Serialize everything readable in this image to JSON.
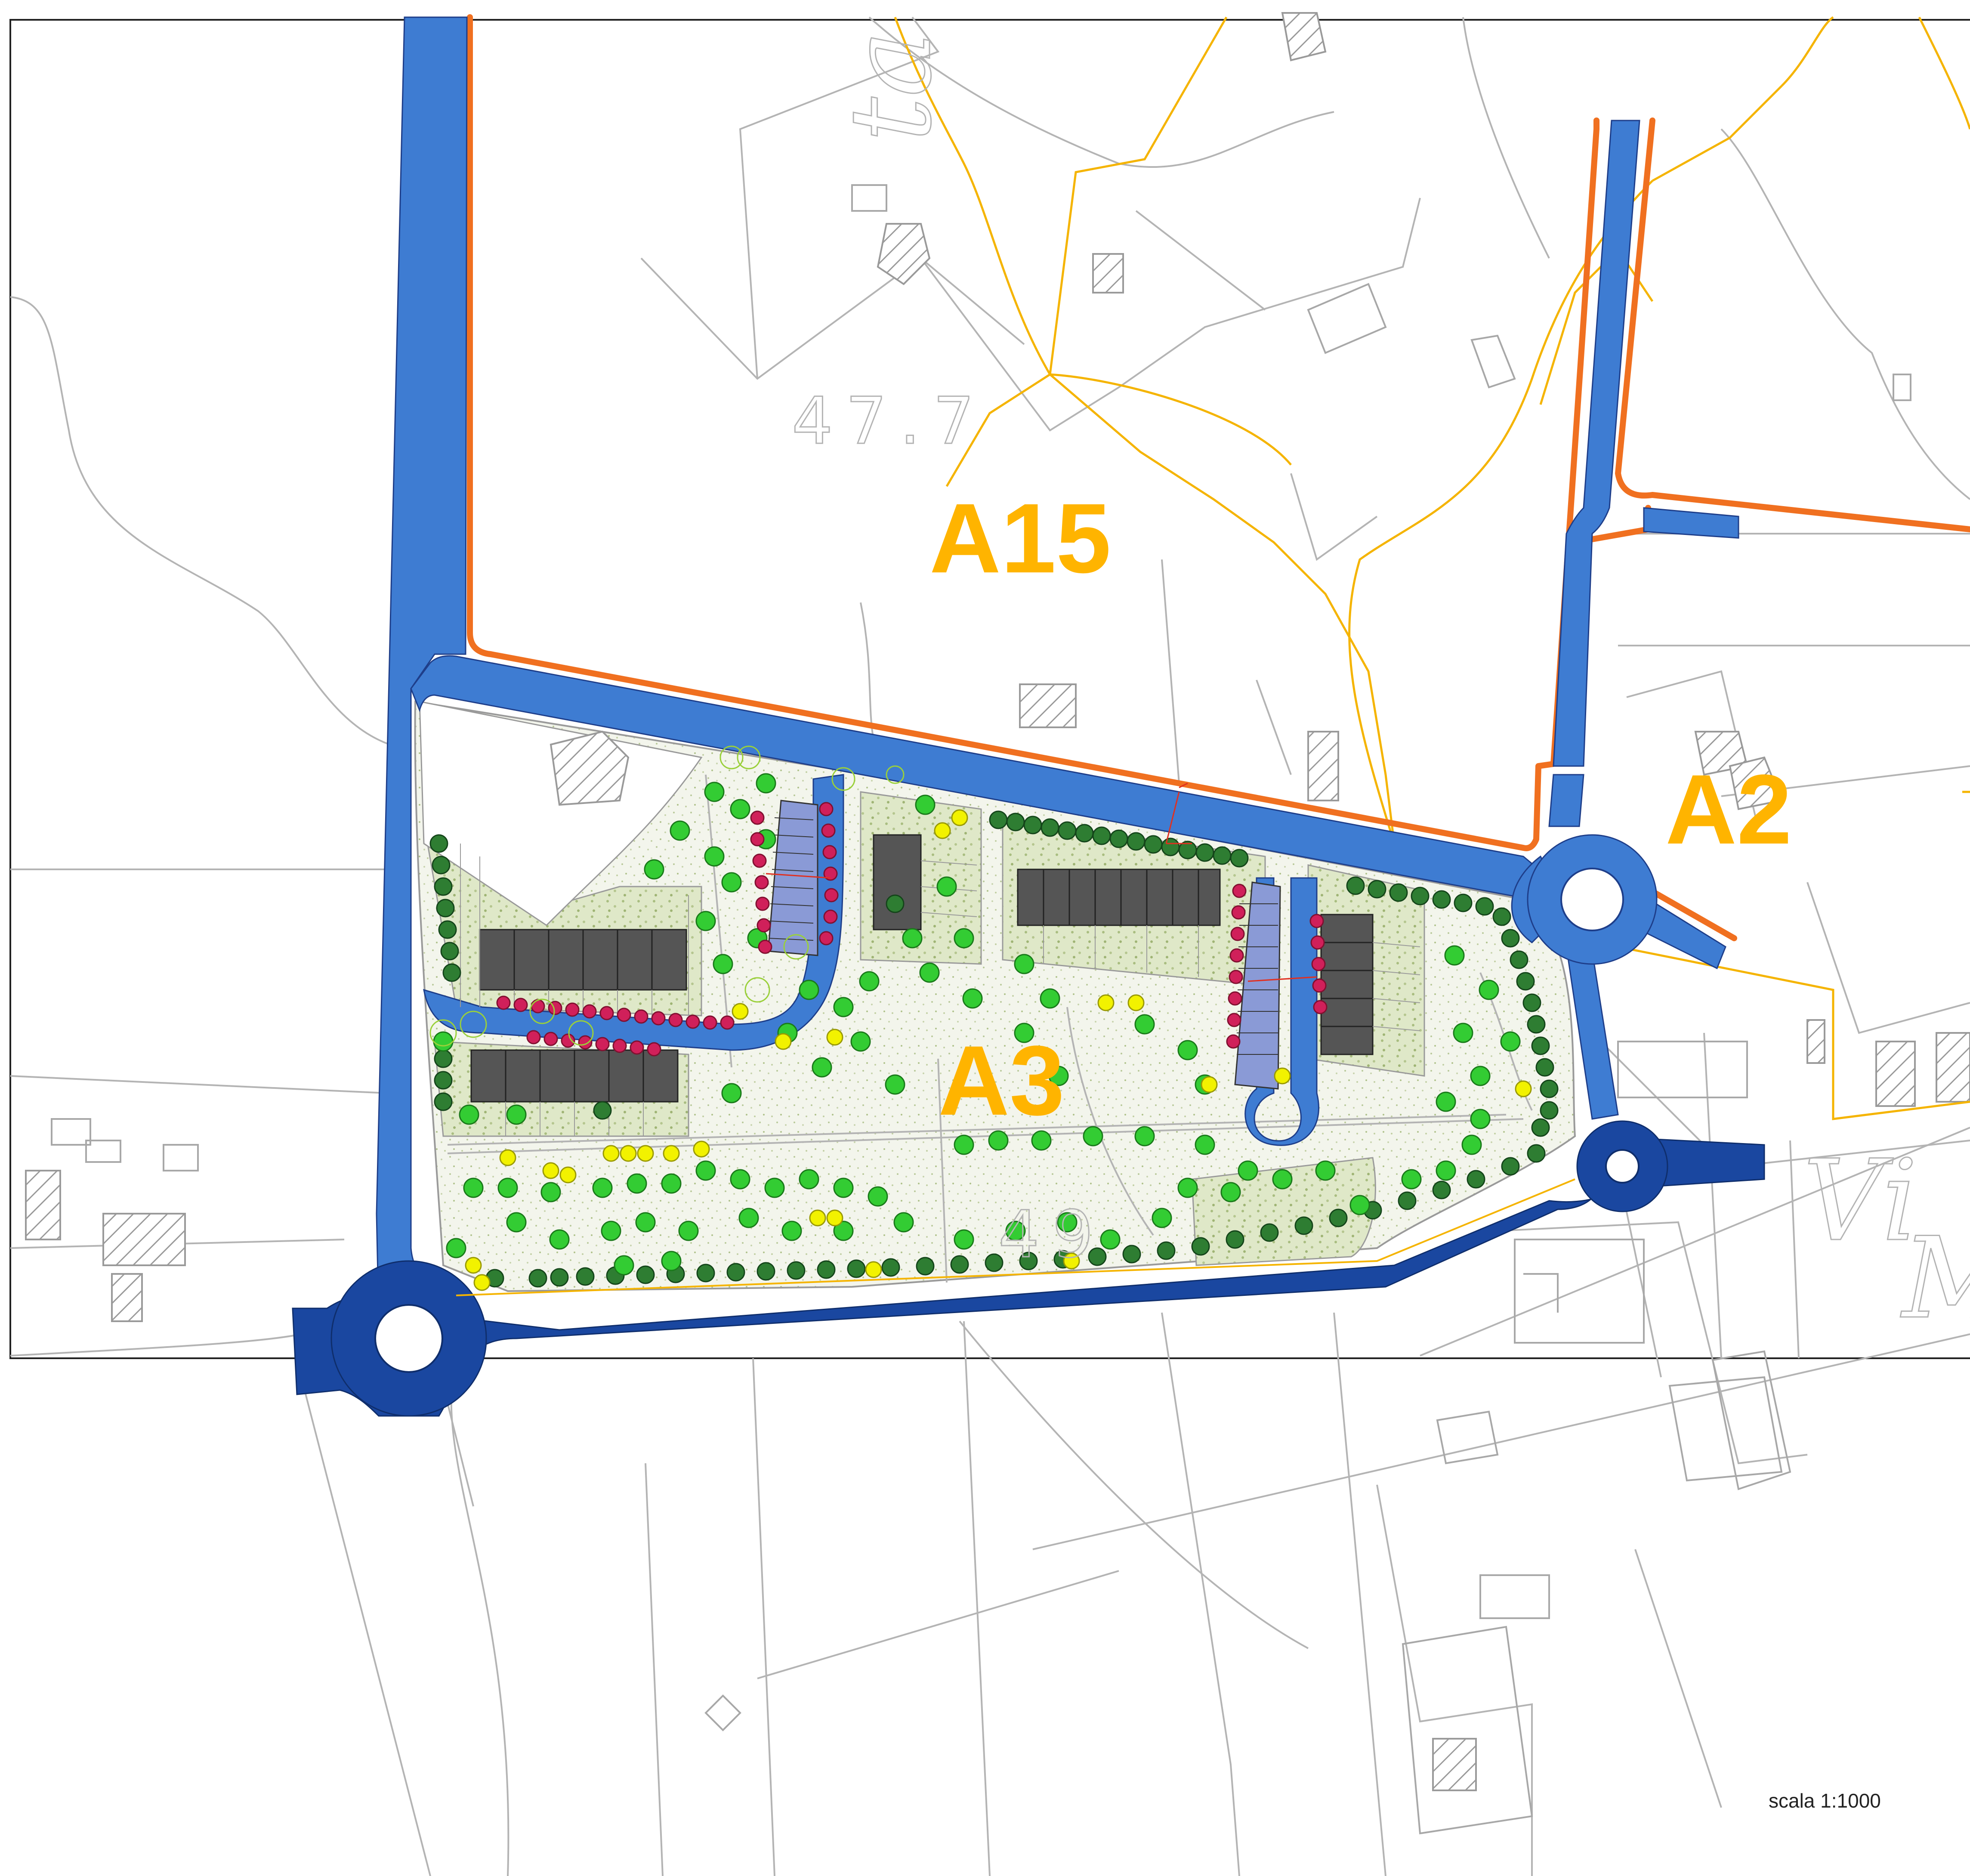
{
  "map": {
    "zones": {
      "a15": "A15",
      "a3": "A3",
      "a2": "A2"
    },
    "cadastral_numbers": {
      "parcel_north": "47.7",
      "parcel_south": "49"
    },
    "street_fragments": {
      "top": "ta",
      "right_line1": "Vi",
      "right_line2": "M"
    },
    "scale": "scala 1:1000",
    "colors": {
      "road_light": "#3e7cd2",
      "road_dark": "#1a47a0",
      "boundary_orange": "#f07020",
      "zone_label": "#ffb400",
      "cadastre_line": "#b4b4b4",
      "parcel_boundary": "#f5b400",
      "building": "#555555",
      "parking": "#8a9ad6",
      "tree_dark": "#2e7d32",
      "tree_light": "#33cc33",
      "tree_red": "#d0205a",
      "tree_yellow": "#f2f200",
      "area_fill": "#e7eed6"
    }
  }
}
